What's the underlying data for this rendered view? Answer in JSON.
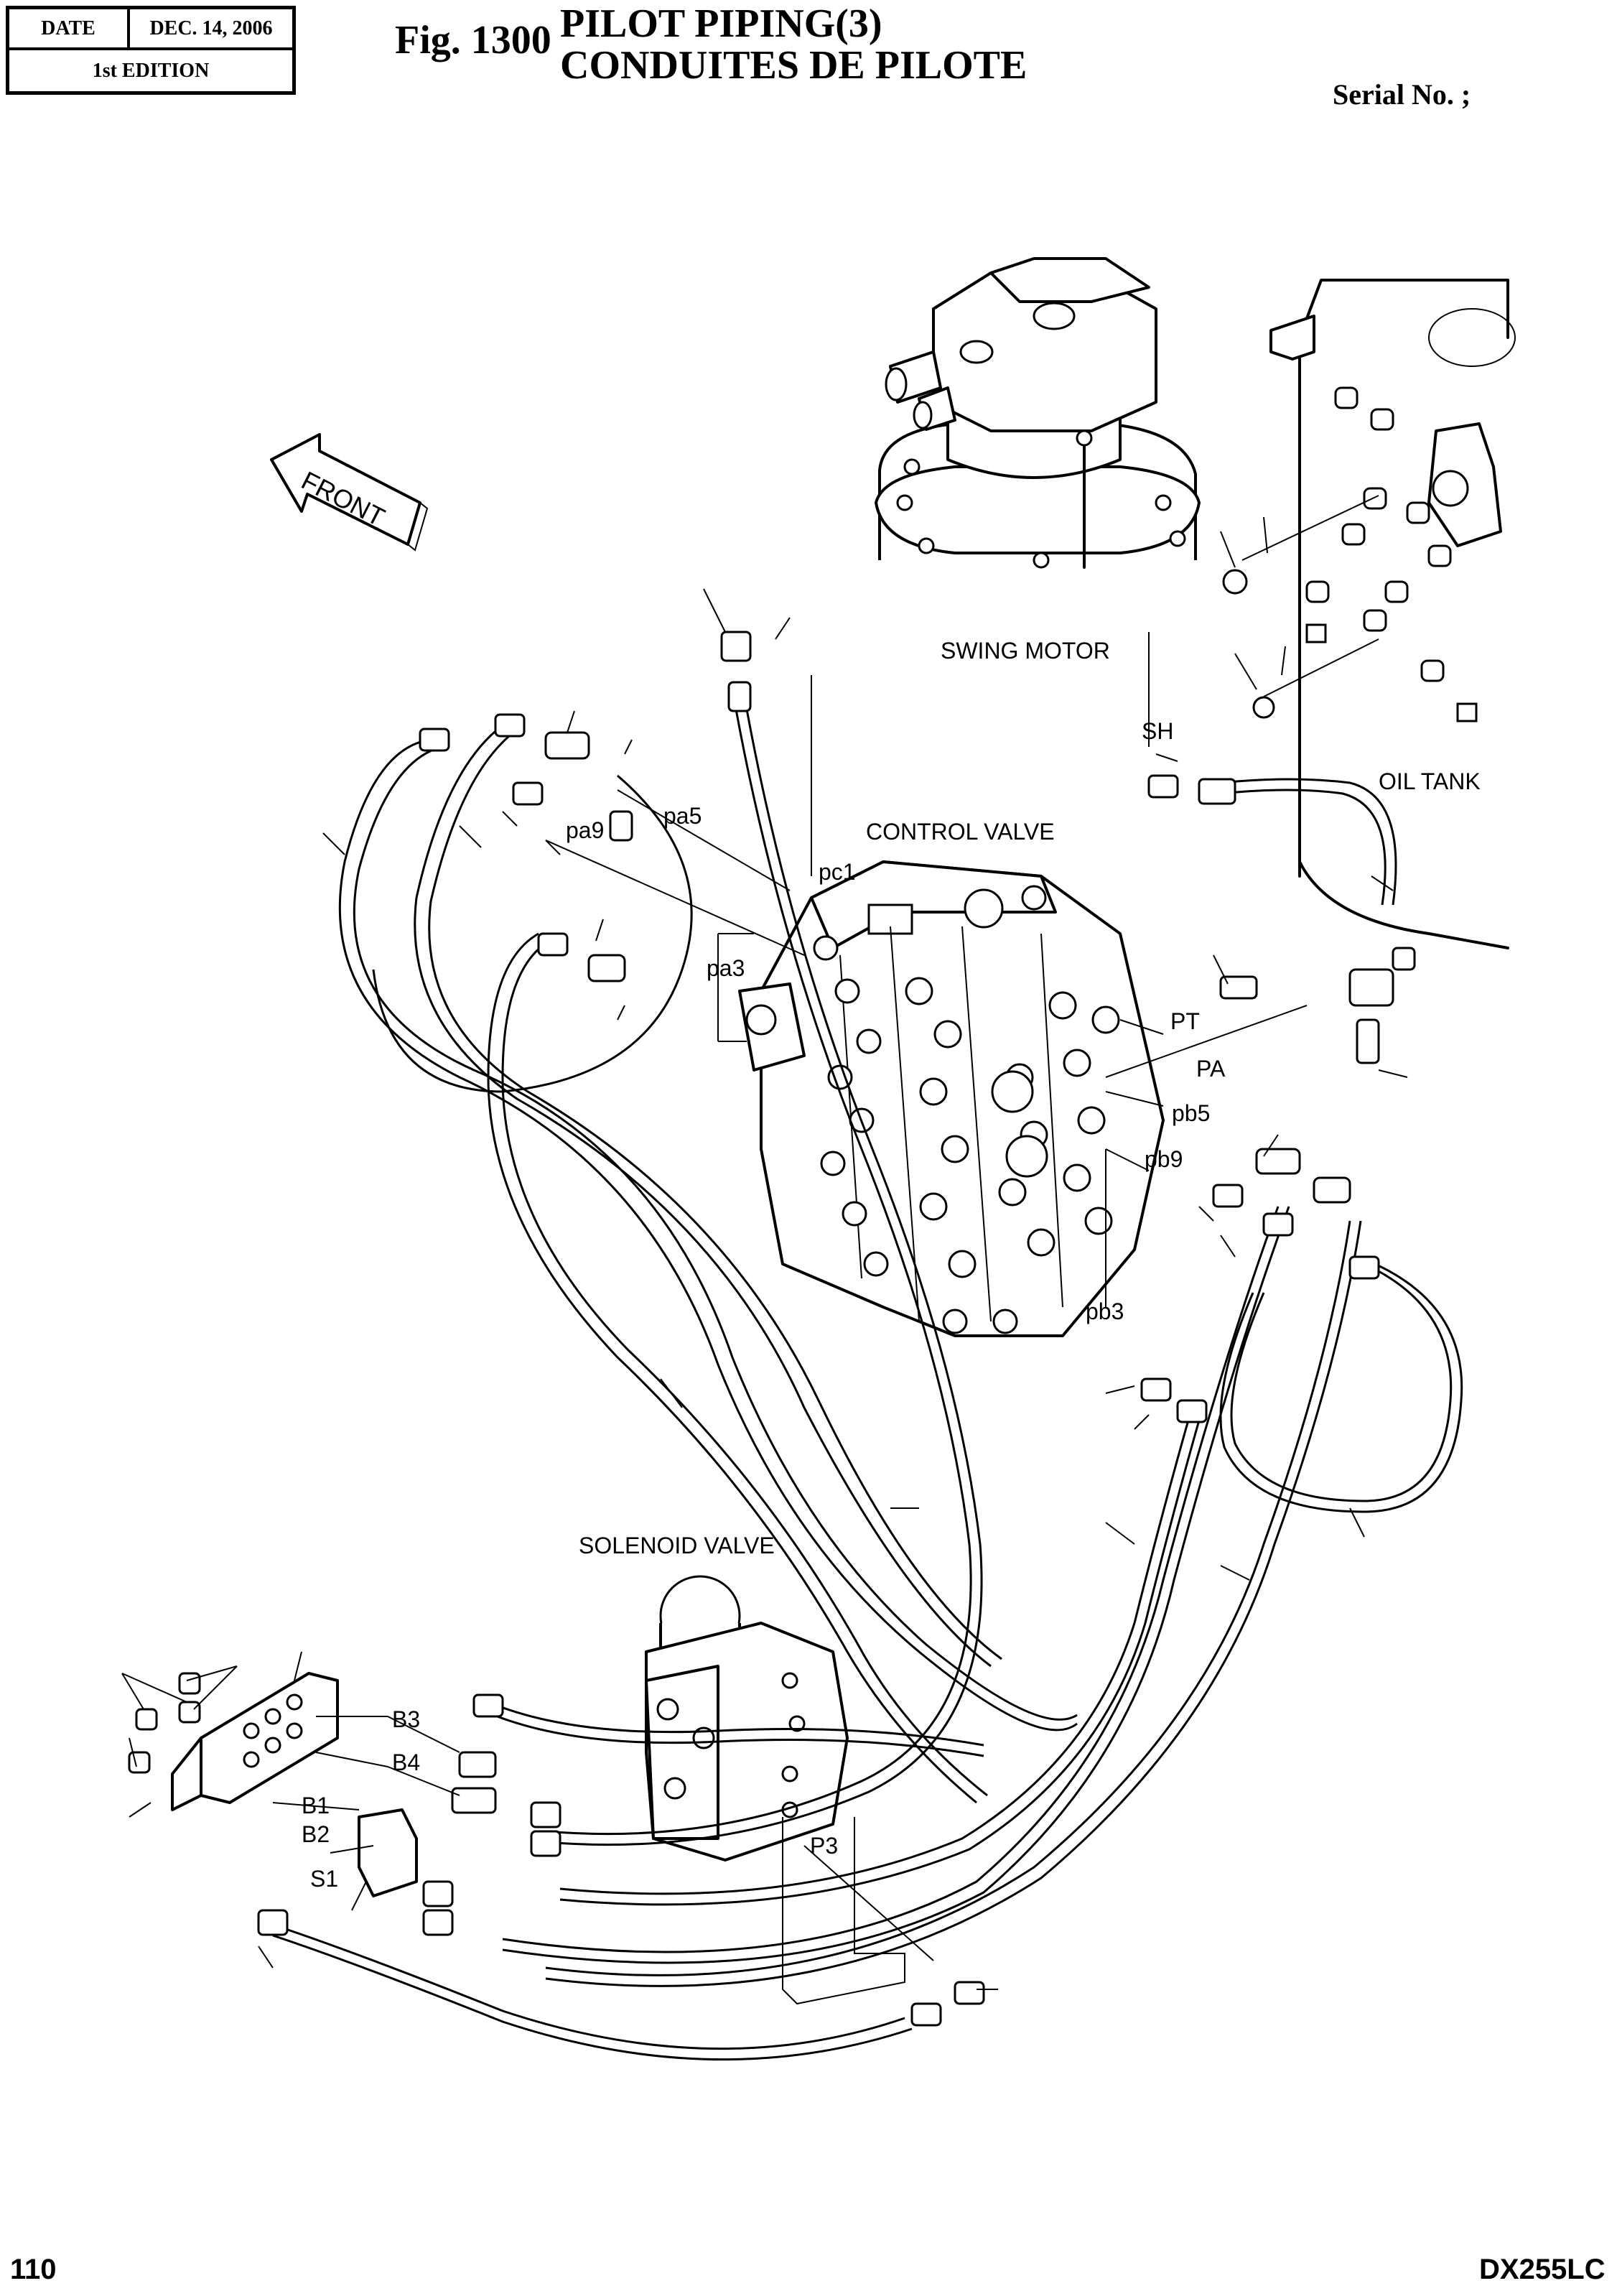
{
  "header": {
    "date_label": "DATE",
    "date_value": "DEC. 14, 2006",
    "edition": "1st EDITION",
    "fig_number": "Fig. 1300",
    "title_line1": "PILOT PIPING(3)",
    "title_line2": "CONDUITES DE PILOTE",
    "serial": "Serial No. ;"
  },
  "footer": {
    "page_number": "110",
    "model": "DX255LC"
  },
  "labels": {
    "front": "FRONT",
    "swing_motor": "SWING MOTOR",
    "oil_tank": "OIL TANK",
    "control_valve": "CONTROL VALVE",
    "solenoid_valve": "SOLENOID VALVE",
    "sh": "SH",
    "pa5": "pa5",
    "pa9": "pa9",
    "pa3": "pa3",
    "pc1": "pc1",
    "pt": "PT",
    "pa": "PA",
    "pb5": "pb5",
    "pb9": "pb9",
    "pb3": "pb3",
    "b3": "B3",
    "b4": "B4",
    "b1": "B1",
    "b2": "B2",
    "s1": "S1",
    "p3": "P3"
  }
}
